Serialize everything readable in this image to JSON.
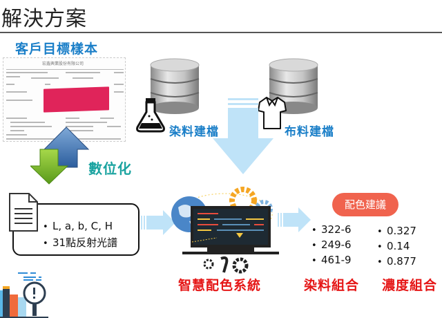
{
  "header": {
    "title": "解決方案"
  },
  "sample": {
    "title": "客戶目標樣本",
    "document_header": "宏鑫興業股份有限公司"
  },
  "digitize": {
    "label": "數位化"
  },
  "databases": [
    {
      "label": "染料建檔",
      "icon": "flask-icon"
    },
    {
      "label": "布料建檔",
      "icon": "shirt-icon"
    }
  ],
  "input_data": {
    "icon": "document-icon",
    "items": [
      "L, a, b, C, H",
      "31點反射光譜"
    ]
  },
  "system": {
    "label": "智慧配色系統"
  },
  "suggestion": {
    "badge": "配色建議",
    "dye_codes": [
      "322-6",
      "249-6",
      "461-9"
    ],
    "concentrations": [
      "0.327",
      "0.14",
      "0.877"
    ],
    "dye_label": "染料組合",
    "concentration_label": "濃度組合"
  },
  "colors": {
    "accent_blue": "#1b7fc8",
    "teal": "#1aa3a0",
    "red": "#e51616",
    "pill": "#f0634e",
    "arrow": "#bfe3f8"
  }
}
